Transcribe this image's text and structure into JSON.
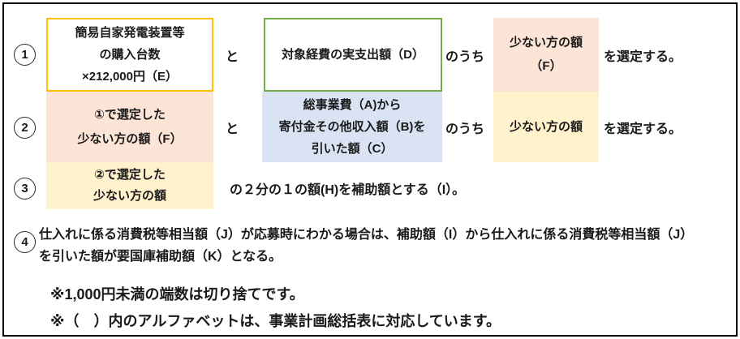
{
  "colors": {
    "frame_border": "#000000",
    "gold_border": "#FFC000",
    "green_border": "#70AD47",
    "salmon_fill": "#FCE4D6",
    "yellow_fill": "#FFF2CC",
    "blue_fill": "#DAE3F3",
    "text": "#1a1a1a"
  },
  "step1": {
    "number": "1",
    "box_units": {
      "line1": "簡易自家発電装置等",
      "line2": "の購入台数",
      "line3": "×212,000円（E）"
    },
    "conj_and": "と",
    "box_actual_expense": {
      "line1": "対象経費の実支出額（D）"
    },
    "conj_of_which": "のうち",
    "box_lesser": {
      "line1": "少ない方の額",
      "line2": "（F）"
    },
    "conj_select": "を選定する。"
  },
  "step2": {
    "number": "2",
    "box_selected": {
      "line1": "①で選定した",
      "line2": "少ない方の額（F）"
    },
    "conj_and": "と",
    "box_total_minus_income": {
      "line1": "総事業費（A)から",
      "line2": "寄付金その他収入額（B)を",
      "line3": "引いた額（C）"
    },
    "conj_of_which": "のうち",
    "box_lesser": {
      "line1": "少ない方の額"
    },
    "conj_select": "を選定する。"
  },
  "step3": {
    "number": "3",
    "box_selected": {
      "line1": "②で選定した",
      "line2": "少ない方の額"
    },
    "text": "の２分の１の額(H)を補助額とする（I）。"
  },
  "step4": {
    "number": "4",
    "line1": "仕入れに係る消費税等相当額（J）が応募時にわかる場合は、補助額（I）から仕入れに係る消費税等相当額（J）",
    "line2": "を引いた額が要国庫補助額（K）となる。"
  },
  "notes": {
    "note1": "※1,000円未満の端数は切り捨てです。",
    "note2": "※（　）内のアルファベットは、事業計画総括表に対応しています。"
  }
}
